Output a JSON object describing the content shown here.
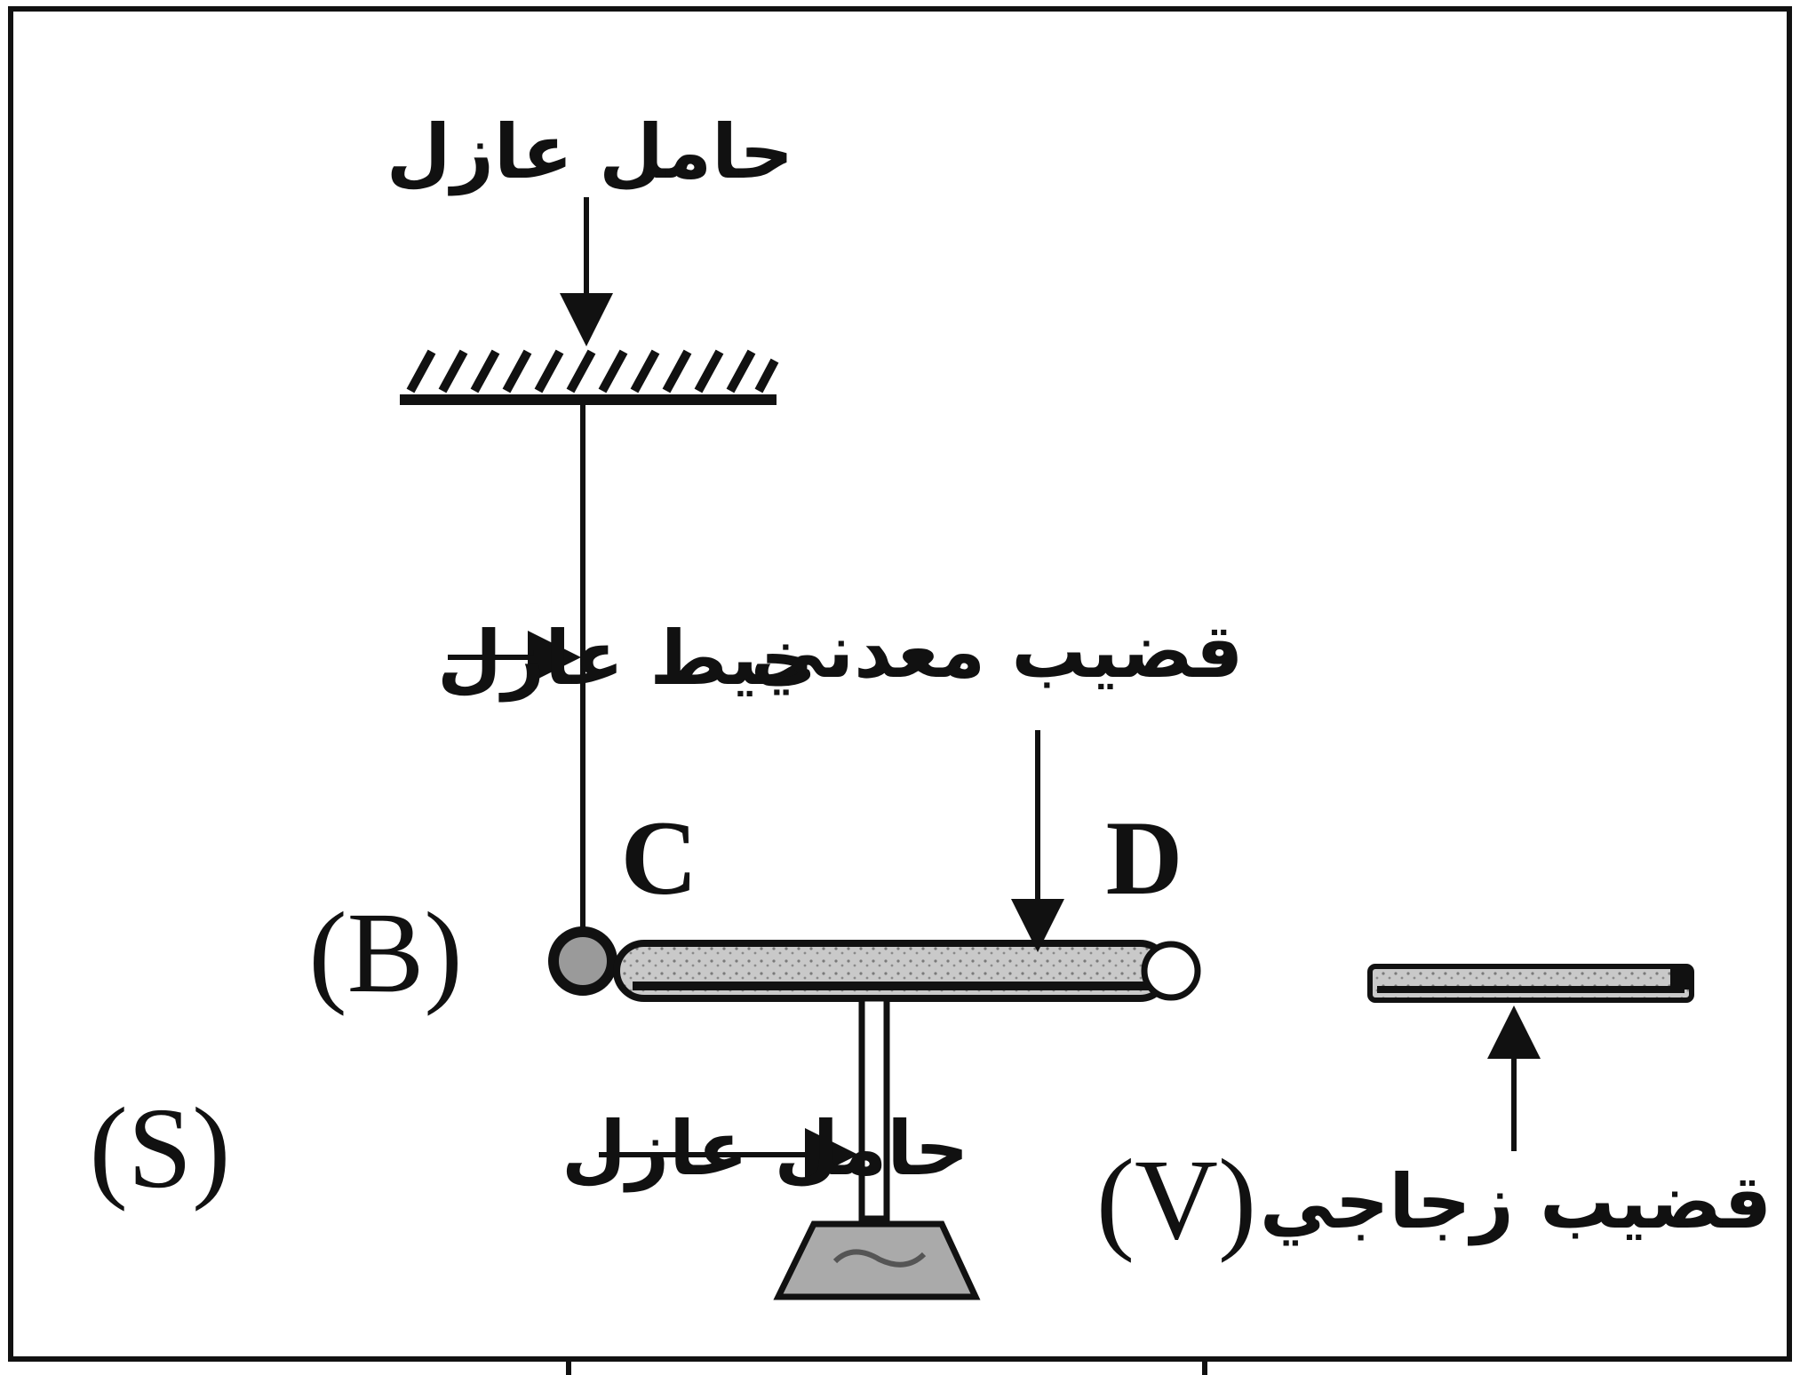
{
  "labels": {
    "top_support": "حامل عازل",
    "thread": "خيط عازل",
    "metal_rod": "قضيب معدني",
    "stand_label": "حامل عازل",
    "stand_letter": "(S)",
    "glass_rod": "قضيب زجاجي",
    "glass_letter": "(V)",
    "ball_letter": "(B)",
    "end_c": "C",
    "end_d": "D"
  }
}
